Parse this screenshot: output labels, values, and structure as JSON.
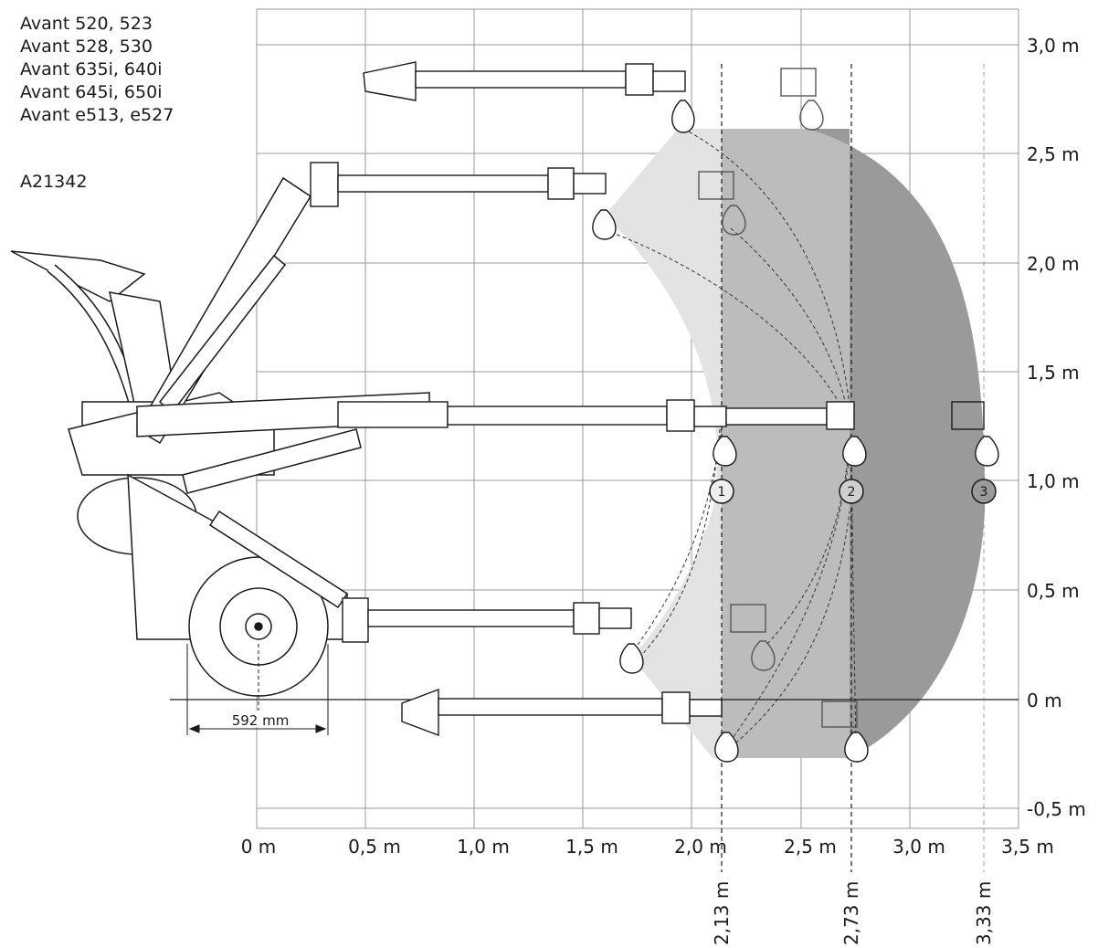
{
  "header": {
    "models": [
      "Avant 520, 523",
      "Avant 528, 530",
      "Avant 635i, 640i",
      "Avant 645i, 650i",
      "Avant e513, e527"
    ],
    "code": "A21342"
  },
  "axes": {
    "x_ticks": [
      "0 m",
      "0,5 m",
      "1,0 m",
      "1,5 m",
      "2,0 m",
      "2,5 m",
      "3,0 m",
      "3,5 m"
    ],
    "y_ticks": [
      "3,0 m",
      "2,5 m",
      "2,0 m",
      "1,5 m",
      "1,0 m",
      "0,5 m",
      "0 m",
      "-0,5 m"
    ]
  },
  "reach_markers": [
    {
      "id": "1",
      "label": "2,13 m",
      "reach_m": 2.13
    },
    {
      "id": "2",
      "label": "2,73 m",
      "reach_m": 2.73
    },
    {
      "id": "3",
      "label": "3,33 m",
      "reach_m": 3.33
    }
  ],
  "wheel_dimension": {
    "label": "592 mm"
  },
  "colors": {
    "light_zone": "#e3e3e3",
    "mid_zone": "#bcbcbc",
    "dark_zone": "#9a9a9a",
    "ink": "#1a1a1a"
  }
}
